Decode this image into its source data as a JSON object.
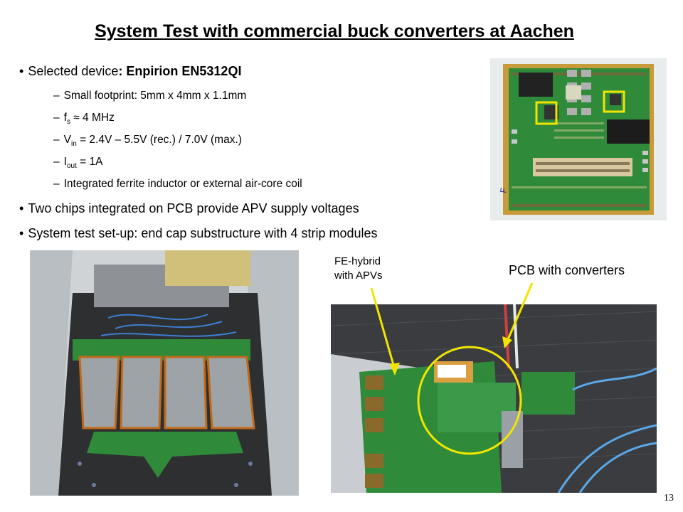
{
  "title": "System Test with commercial buck converters at Aachen",
  "bullets": {
    "device": {
      "prefix": "Selected device",
      "bold": ": Enpirion EN5312QI"
    },
    "specs": {
      "footprint": "Small footprint: 5mm x 4mm x 1.1mm",
      "fs": {
        "sym": "f",
        "sub": "s",
        "rest": " ≈ 4 MHz"
      },
      "vin": {
        "sym": "V",
        "sub": "in",
        "rest": " = 2.4V – 5.5V (rec.) / 7.0V (max.)"
      },
      "iout": {
        "sym": "I",
        "sub": "out",
        "rest": " = 1A"
      },
      "inductor": "Integrated ferrite inductor or external air-core coil"
    },
    "two_chips": "Two chips integrated on PCB provide APV supply voltages",
    "system_test": "System test set-up: end cap substructure with 4 strip modules"
  },
  "annotations": {
    "fe_hybrid_line1": "FE-hybrid",
    "fe_hybrid_line2": "with APVs",
    "pcb_converters": "PCB with converters"
  },
  "page_number": "13",
  "colors": {
    "highlight": "#f2e600",
    "pcb_green": "#2f8a3a"
  }
}
